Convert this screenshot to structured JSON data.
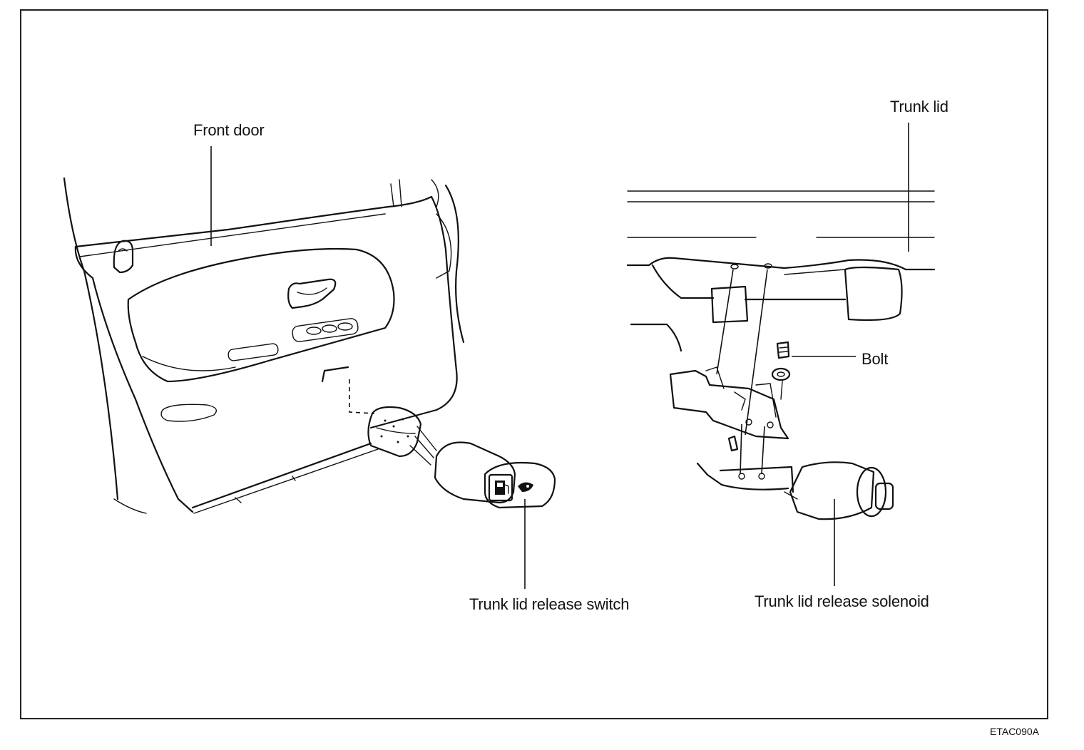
{
  "labels": {
    "front_door": "Front door",
    "trunk_lid": "Trunk lid",
    "bolt": "Bolt",
    "release_switch": "Trunk lid release switch",
    "release_solenoid": "Trunk lid release solenoid"
  },
  "figure_code": "ETAC090A",
  "icons": [
    "fuel-door-icon",
    "trunk-icon"
  ]
}
